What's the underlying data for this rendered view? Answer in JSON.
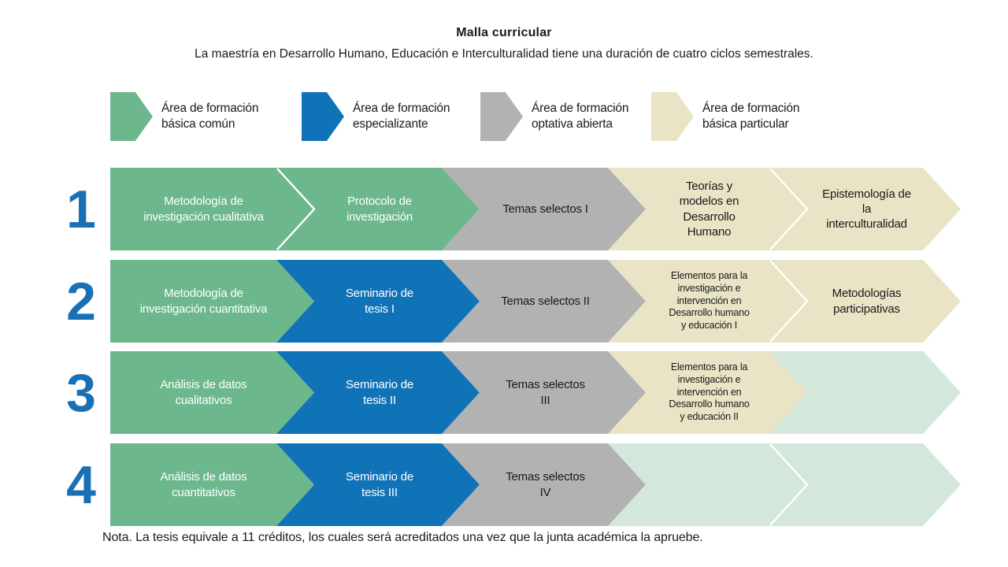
{
  "header": {
    "title": "Malla curricular",
    "subtitle": "La maestría en Desarrollo Humano, Educación e Interculturalidad tiene una duración de cuatro ciclos semestrales."
  },
  "colors": {
    "green": "#6CB88C",
    "blue": "#1173B7",
    "gray": "#B2B2B2",
    "beige": "#E8E4C5",
    "mint": "#D3E7DA",
    "number_blue": "#1A70B5",
    "text_light": "#FFFFFF",
    "text_dark": "#1A1A1A"
  },
  "legend": {
    "items": [
      {
        "label": "Área de formación\nbásica común",
        "color": "green"
      },
      {
        "label": "Área de formación\nespecializante",
        "color": "blue"
      },
      {
        "label": "Área de formación\noptativa abierta",
        "color": "gray"
      },
      {
        "label": "Área de formación\nbásica particular",
        "color": "beige"
      }
    ]
  },
  "rows": [
    {
      "number": "1",
      "cells": [
        {
          "label": "Metodología de\ninvestigación cualitativa",
          "color": "green",
          "text": "light",
          "size": "normal"
        },
        {
          "label": "Protocolo de\ninvestigación",
          "color": "green",
          "text": "light",
          "size": "normal"
        },
        {
          "label": "Temas selectos I",
          "color": "gray",
          "text": "dark",
          "size": "normal"
        },
        {
          "label": "Teorías y\nmodelos en\nDesarrollo\nHumano",
          "color": "beige",
          "text": "dark",
          "size": "normal"
        },
        {
          "label": "Epistemología de\nla\ninterculturalidad",
          "color": "beige",
          "text": "dark",
          "size": "normal"
        }
      ]
    },
    {
      "number": "2",
      "cells": [
        {
          "label": "Metodología de\ninvestigación cuantitativa",
          "color": "green",
          "text": "light",
          "size": "normal"
        },
        {
          "label": "Seminario de\ntesis I",
          "color": "blue",
          "text": "light",
          "size": "normal"
        },
        {
          "label": "Temas selectos II",
          "color": "gray",
          "text": "dark",
          "size": "normal"
        },
        {
          "label": "Elementos para la\ninvestigación e\nintervención en\nDesarrollo humano\ny educación I",
          "color": "beige",
          "text": "dark",
          "size": "small"
        },
        {
          "label": "Metodologías\nparticipativas",
          "color": "beige",
          "text": "dark",
          "size": "normal"
        }
      ]
    },
    {
      "number": "3",
      "cells": [
        {
          "label": "Análisis de datos\ncualitativos",
          "color": "green",
          "text": "light",
          "size": "normal"
        },
        {
          "label": "Seminario de\ntesis II",
          "color": "blue",
          "text": "light",
          "size": "normal"
        },
        {
          "label": "Temas selectos\nIII",
          "color": "gray",
          "text": "dark",
          "size": "normal"
        },
        {
          "label": "Elementos para la\ninvestigación e\nintervención en\nDesarrollo humano\ny educación II",
          "color": "beige",
          "text": "dark",
          "size": "small"
        },
        {
          "label": "",
          "color": "mint",
          "text": "dark",
          "size": "normal"
        }
      ]
    },
    {
      "number": "4",
      "cells": [
        {
          "label": "Análisis de datos\ncuantitativos",
          "color": "green",
          "text": "light",
          "size": "normal"
        },
        {
          "label": "Seminario de\ntesis III",
          "color": "blue",
          "text": "light",
          "size": "normal"
        },
        {
          "label": "Temas selectos\nIV",
          "color": "gray",
          "text": "dark",
          "size": "normal"
        },
        {
          "label": "",
          "color": "mint",
          "text": "dark",
          "size": "normal"
        },
        {
          "label": "",
          "color": "mint",
          "text": "dark",
          "size": "normal"
        }
      ]
    }
  ],
  "note": "Nota. La tesis equivale a 11 créditos, los cuales será acreditados una vez que la junta académica la apruebe."
}
